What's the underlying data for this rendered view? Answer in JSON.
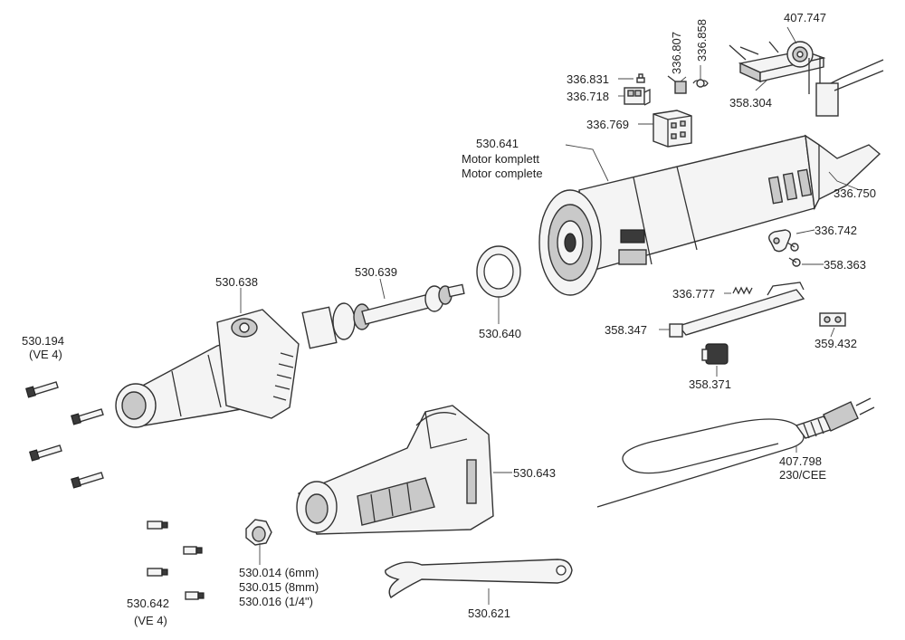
{
  "labels": {
    "p336831": "336.831",
    "p336718": "336.718",
    "p336807": "336.807",
    "p336858": "336.858",
    "p336769": "336.769",
    "p407747": "407.747",
    "p358304": "358.304",
    "p530641": "530.641",
    "motor_de": "Motor komplett",
    "motor_en": "Motor complete",
    "p336750": "336.750",
    "p336742": "336.742",
    "p358363": "358.363",
    "p336777": "336.777",
    "p358347": "358.347",
    "p359432": "359.432",
    "p358371": "358.371",
    "p530638": "530.638",
    "p530639": "530.639",
    "p530640": "530.640",
    "p530194": "530.194",
    "ve4_a": "(VE 4)",
    "p530643": "530.643",
    "p407798": "407.798",
    "cee": "230/CEE",
    "p530014": "530.014  (6mm)",
    "p530015": "530.015  (8mm)",
    "p530016": "530.016  (1/4\")",
    "p530642": "530.642",
    "ve4_b": "(VE 4)",
    "p530621": "530.621"
  }
}
